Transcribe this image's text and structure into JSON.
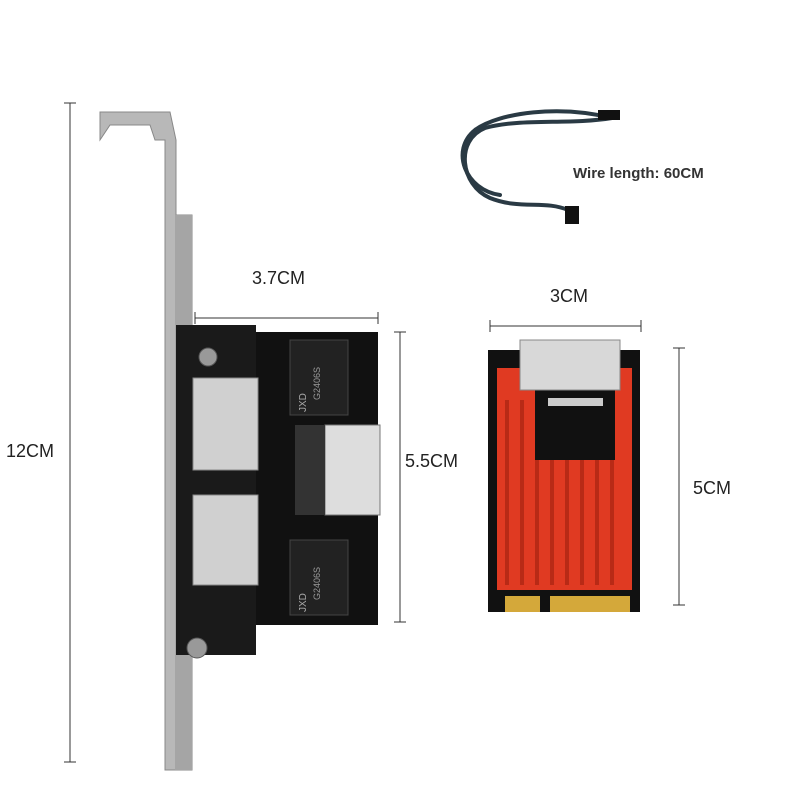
{
  "dimensions": {
    "bracket_height": "12CM",
    "card_width": "3.7CM",
    "card_height": "5.5CM",
    "mini_width": "3CM",
    "mini_height": "5CM"
  },
  "cable": {
    "label": "Wire length: 60CM"
  },
  "product_markings": {
    "chip_brand": "JXD",
    "chip_model": "G2406S"
  },
  "colors": {
    "heatsink": "#e03a22",
    "pcb": "#111111",
    "bracket": "#b8b8b8",
    "cable": "#2a3a44"
  }
}
